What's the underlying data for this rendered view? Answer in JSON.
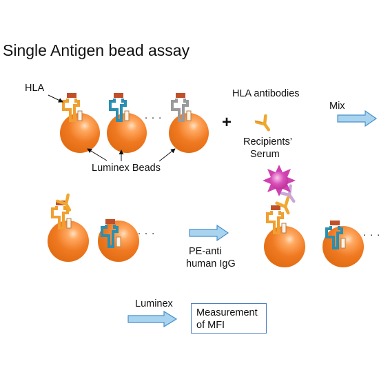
{
  "title": "Single Antigen bead assay",
  "labels": {
    "hla": "HLA",
    "beads": "Luminex Beads",
    "dots": ". . .",
    "plus": "+",
    "antibodies": "HLA antibodies",
    "serum_line1": "Recipients’",
    "serum_line2": "Serum",
    "mix": "Mix",
    "pe_line1": "PE-anti",
    "pe_line2": "human IgG",
    "luminex": "Luminex",
    "measure_line1": "Measurement",
    "measure_line2": "of MFI"
  },
  "colors": {
    "bead": "#f07a22",
    "hla_orange": "#f0a030",
    "hla_teal": "#2a8fb0",
    "hla_gray": "#9a9a9a",
    "antigen_cap": "#c0502a",
    "antibody": "#f0a830",
    "pe": "#d040b0",
    "secondary_ab": "#c8a8d8",
    "arrow_fill": "#a8d4f0",
    "arrow_stroke": "#4a8fc8",
    "box_border": "#4a7fc0"
  }
}
